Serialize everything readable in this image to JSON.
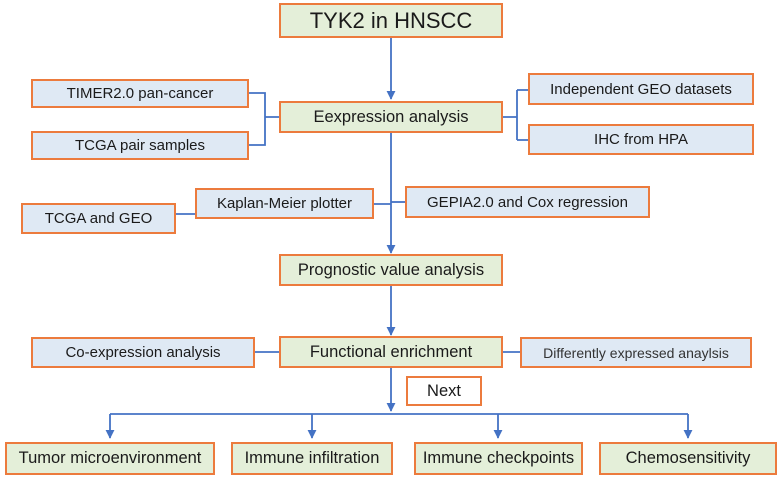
{
  "nodes": {
    "title": "TYK2 in HNSCC",
    "expression": "Eexpression analysis",
    "timer": "TIMER2.0 pan-cancer",
    "tcga_pair": "TCGA pair samples",
    "geo_independent": "Independent GEO datasets",
    "ihc": "IHC from HPA",
    "km": "Kaplan-Meier plotter",
    "tcga_geo": "TCGA and GEO",
    "gepia": "GEPIA2.0 and Cox regression",
    "prognostic": "Prognostic value analysis",
    "functional": "Functional enrichment",
    "coexpression": "Co-expression analysis",
    "deg": "Differently expressed anaylsis",
    "next": "Next",
    "tme": "Tumor microenvironment",
    "immune_infiltration": "Immune infiltration",
    "immune_checkpoints": "Immune checkpoints",
    "chemosensitivity": "Chemosensitivity"
  },
  "colors": {
    "border": "#ec7b3d",
    "green_fill": "#e4efd9",
    "blue_fill": "#dfe9f4",
    "connector": "#4472c4"
  }
}
